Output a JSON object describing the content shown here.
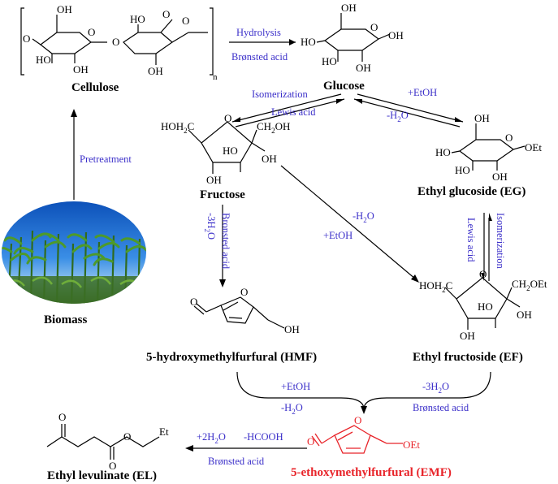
{
  "compounds": {
    "cellulose": "Cellulose",
    "glucose": "Glucose",
    "fructose": "Fructose",
    "ethyl_glucoside": "Ethyl glucoside (EG)",
    "biomass": "Biomass",
    "hmf": "5-hydroxymethylfurfural (HMF)",
    "ethyl_fructoside": "Ethyl fructoside (EF)",
    "ethyl_levulinate": "Ethyl levulinate (EL)",
    "emf": "5-ethoxymethylfurfural (EMF)"
  },
  "conditions": {
    "hydrolysis": "Hydrolysis",
    "bronsted_acid_1": "Brønsted acid",
    "isomerization_1": "Isomerization",
    "lewis_acid_1": "Lewis acid",
    "etoh_1": "+EtOH",
    "h2o_1": "-H",
    "pretreatment": "Pretreatment",
    "h2o_3": "-3H",
    "bronsted_acid_2": "Bronsted acid",
    "h2o_2": "-H",
    "etoh_2": "+EtOH",
    "isomerization_2": "Isomerization",
    "lewis_acid_2": "Lewis acid",
    "etoh_3": "+EtOH",
    "h2o_4": "-H",
    "h2o_5": "-3H",
    "bronsted_acid_3": "Brønsted acid",
    "h2o_6": "+2H",
    "hcooh": "-HCOOH",
    "bronsted_acid_4": "Brønsted acid"
  },
  "atoms": {
    "oh": "OH",
    "ho": "HO",
    "o": "O",
    "n": "n",
    "hoh2c": "HOH",
    "ch2oh": "CH",
    "ch2oet": "CH",
    "oet": "OEt",
    "et": "Et",
    "c": "C",
    "sub2": "2",
    "sub_o": "O",
    "oh_suffix": "OH",
    "oet_suffix": "OEt"
  },
  "colors": {
    "condition_text": "#3b2fc9",
    "emf_highlight": "#e8242a"
  }
}
